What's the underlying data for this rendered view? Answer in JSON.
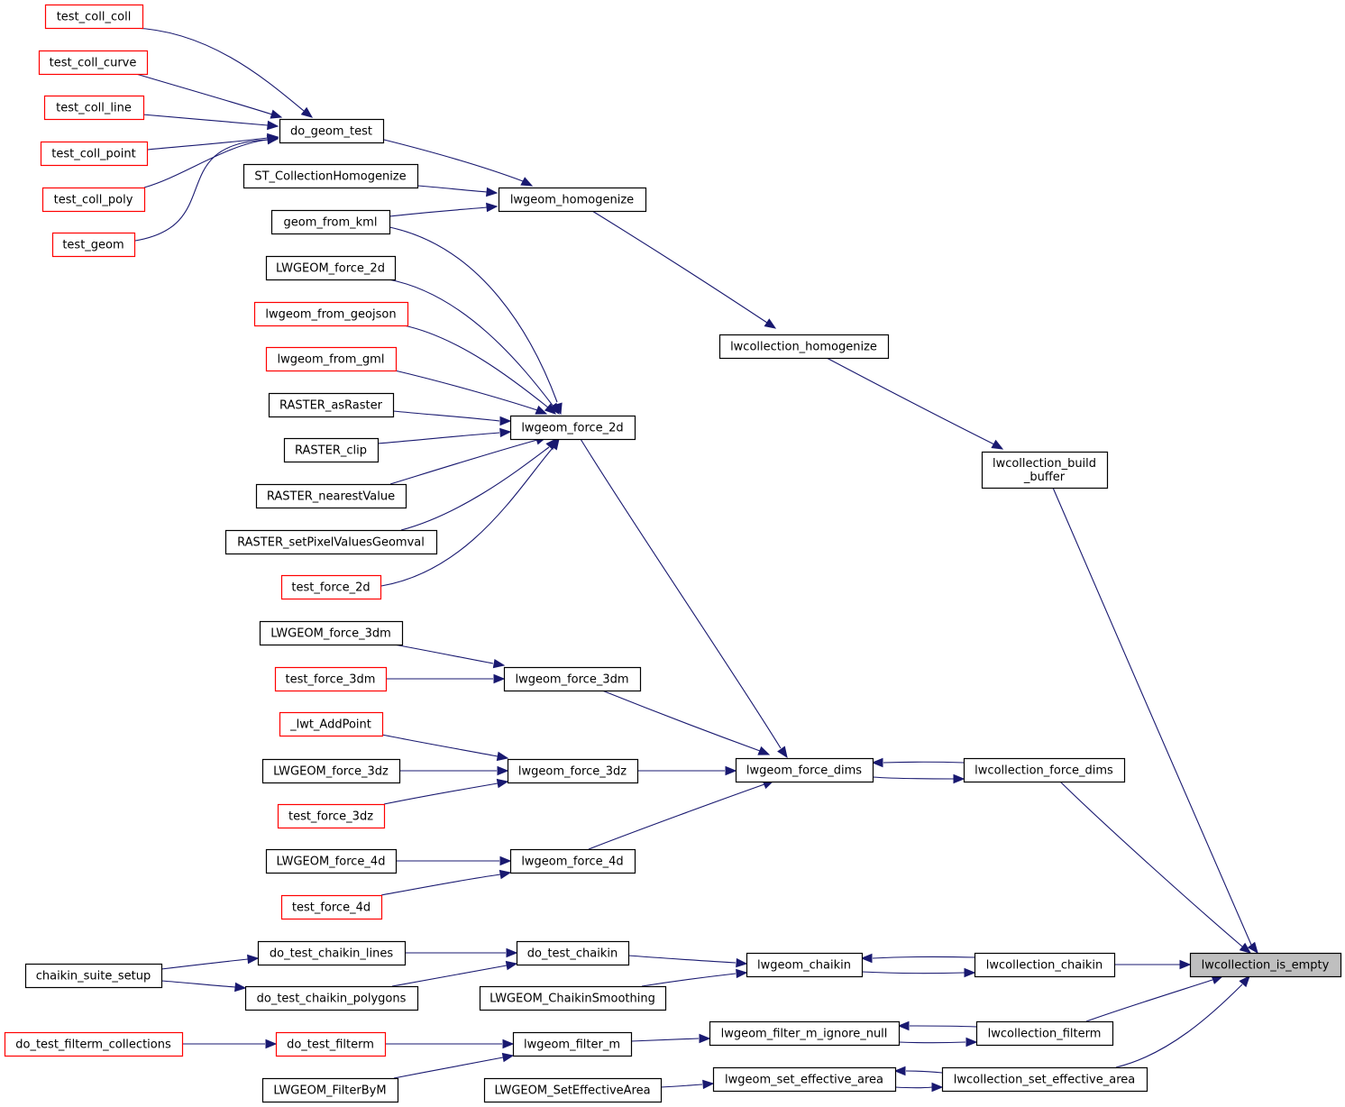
{
  "diagram": {
    "colors": {
      "edge": "#191970",
      "node_border": "#000000",
      "undocumented_border": "#ff0000",
      "focus_fill": "#bfbfbf",
      "node_fill": "#ffffff"
    },
    "nodes": [
      {
        "id": "lwcollection_is_empty",
        "label": "lwcollection_is_empty",
        "style": "focus"
      },
      {
        "id": "lwcollection_build_buffer",
        "label": "lwcollection_build\n_buffer",
        "style": "normal"
      },
      {
        "id": "lwcollection_homogenize",
        "label": "lwcollection_homogenize",
        "style": "normal"
      },
      {
        "id": "lwgeom_homogenize",
        "label": "lwgeom_homogenize",
        "style": "normal"
      },
      {
        "id": "do_geom_test",
        "label": "do_geom_test",
        "style": "normal"
      },
      {
        "id": "test_coll_coll",
        "label": "test_coll_coll",
        "style": "red"
      },
      {
        "id": "test_coll_curve",
        "label": "test_coll_curve",
        "style": "red"
      },
      {
        "id": "test_coll_line",
        "label": "test_coll_line",
        "style": "red"
      },
      {
        "id": "test_coll_point",
        "label": "test_coll_point",
        "style": "red"
      },
      {
        "id": "test_coll_poly",
        "label": "test_coll_poly",
        "style": "red"
      },
      {
        "id": "test_geom",
        "label": "test_geom",
        "style": "red"
      },
      {
        "id": "ST_CollectionHomogenize",
        "label": "ST_CollectionHomogenize",
        "style": "normal"
      },
      {
        "id": "geom_from_kml",
        "label": "geom_from_kml",
        "style": "normal"
      },
      {
        "id": "LWGEOM_force_2d",
        "label": "LWGEOM_force_2d",
        "style": "normal"
      },
      {
        "id": "lwgeom_from_geojson",
        "label": "lwgeom_from_geojson",
        "style": "red"
      },
      {
        "id": "lwgeom_from_gml",
        "label": "lwgeom_from_gml",
        "style": "red"
      },
      {
        "id": "RASTER_asRaster",
        "label": "RASTER_asRaster",
        "style": "normal"
      },
      {
        "id": "RASTER_clip",
        "label": "RASTER_clip",
        "style": "normal"
      },
      {
        "id": "RASTER_nearestValue",
        "label": "RASTER_nearestValue",
        "style": "normal"
      },
      {
        "id": "RASTER_setPixelValuesGeomval",
        "label": "RASTER_setPixelValuesGeomval",
        "style": "normal"
      },
      {
        "id": "test_force_2d",
        "label": "test_force_2d",
        "style": "red"
      },
      {
        "id": "lwgeom_force_2d",
        "label": "lwgeom_force_2d",
        "style": "normal"
      },
      {
        "id": "LWGEOM_force_3dm",
        "label": "LWGEOM_force_3dm",
        "style": "normal"
      },
      {
        "id": "test_force_3dm",
        "label": "test_force_3dm",
        "style": "red"
      },
      {
        "id": "lwgeom_force_3dm",
        "label": "lwgeom_force_3dm",
        "style": "normal"
      },
      {
        "id": "_lwt_AddPoint",
        "label": "_lwt_AddPoint",
        "style": "red"
      },
      {
        "id": "LWGEOM_force_3dz",
        "label": "LWGEOM_force_3dz",
        "style": "normal"
      },
      {
        "id": "test_force_3dz",
        "label": "test_force_3dz",
        "style": "red"
      },
      {
        "id": "lwgeom_force_3dz",
        "label": "lwgeom_force_3dz",
        "style": "normal"
      },
      {
        "id": "LWGEOM_force_4d",
        "label": "LWGEOM_force_4d",
        "style": "normal"
      },
      {
        "id": "test_force_4d",
        "label": "test_force_4d",
        "style": "red"
      },
      {
        "id": "lwgeom_force_4d",
        "label": "lwgeom_force_4d",
        "style": "normal"
      },
      {
        "id": "lwgeom_force_dims",
        "label": "lwgeom_force_dims",
        "style": "normal"
      },
      {
        "id": "lwcollection_force_dims",
        "label": "lwcollection_force_dims",
        "style": "normal"
      },
      {
        "id": "chaikin_suite_setup",
        "label": "chaikin_suite_setup",
        "style": "normal"
      },
      {
        "id": "do_test_chaikin_lines",
        "label": "do_test_chaikin_lines",
        "style": "normal"
      },
      {
        "id": "do_test_chaikin_polygons",
        "label": "do_test_chaikin_polygons",
        "style": "normal"
      },
      {
        "id": "do_test_chaikin",
        "label": "do_test_chaikin",
        "style": "normal"
      },
      {
        "id": "LWGEOM_ChaikinSmoothing",
        "label": "LWGEOM_ChaikinSmoothing",
        "style": "normal"
      },
      {
        "id": "lwgeom_chaikin",
        "label": "lwgeom_chaikin",
        "style": "normal"
      },
      {
        "id": "lwcollection_chaikin",
        "label": "lwcollection_chaikin",
        "style": "normal"
      },
      {
        "id": "do_test_filterm_collections",
        "label": "do_test_filterm_collections",
        "style": "red"
      },
      {
        "id": "do_test_filterm",
        "label": "do_test_filterm",
        "style": "red"
      },
      {
        "id": "LWGEOM_FilterByM",
        "label": "LWGEOM_FilterByM",
        "style": "normal"
      },
      {
        "id": "lwgeom_filter_m",
        "label": "lwgeom_filter_m",
        "style": "normal"
      },
      {
        "id": "lwgeom_filter_m_ignore_null",
        "label": "lwgeom_filter_m_ignore_null",
        "style": "normal"
      },
      {
        "id": "lwcollection_filterm",
        "label": "lwcollection_filterm",
        "style": "normal"
      },
      {
        "id": "LWGEOM_SetEffectiveArea",
        "label": "LWGEOM_SetEffectiveArea",
        "style": "normal"
      },
      {
        "id": "lwgeom_set_effective_area",
        "label": "lwgeom_set_effective_area",
        "style": "normal"
      },
      {
        "id": "lwcollection_set_effective_area",
        "label": "lwcollection_set_effective_area",
        "style": "normal"
      }
    ],
    "edges": [
      {
        "from": "lwcollection_build_buffer",
        "to": "lwcollection_is_empty"
      },
      {
        "from": "lwcollection_force_dims",
        "to": "lwcollection_is_empty"
      },
      {
        "from": "lwcollection_chaikin",
        "to": "lwcollection_is_empty"
      },
      {
        "from": "lwcollection_filterm",
        "to": "lwcollection_is_empty"
      },
      {
        "from": "lwcollection_set_effective_area",
        "to": "lwcollection_is_empty"
      },
      {
        "from": "lwcollection_homogenize",
        "to": "lwcollection_build_buffer"
      },
      {
        "from": "lwgeom_homogenize",
        "to": "lwcollection_homogenize"
      },
      {
        "from": "do_geom_test",
        "to": "lwgeom_homogenize"
      },
      {
        "from": "ST_CollectionHomogenize",
        "to": "lwgeom_homogenize"
      },
      {
        "from": "geom_from_kml",
        "to": "lwgeom_homogenize"
      },
      {
        "from": "test_coll_coll",
        "to": "do_geom_test"
      },
      {
        "from": "test_coll_curve",
        "to": "do_geom_test"
      },
      {
        "from": "test_coll_line",
        "to": "do_geom_test"
      },
      {
        "from": "test_coll_point",
        "to": "do_geom_test"
      },
      {
        "from": "test_coll_poly",
        "to": "do_geom_test"
      },
      {
        "from": "test_geom",
        "to": "do_geom_test"
      },
      {
        "from": "geom_from_kml",
        "to": "lwgeom_force_2d"
      },
      {
        "from": "LWGEOM_force_2d",
        "to": "lwgeom_force_2d"
      },
      {
        "from": "lwgeom_from_geojson",
        "to": "lwgeom_force_2d"
      },
      {
        "from": "lwgeom_from_gml",
        "to": "lwgeom_force_2d"
      },
      {
        "from": "RASTER_asRaster",
        "to": "lwgeom_force_2d"
      },
      {
        "from": "RASTER_clip",
        "to": "lwgeom_force_2d"
      },
      {
        "from": "RASTER_nearestValue",
        "to": "lwgeom_force_2d"
      },
      {
        "from": "RASTER_setPixelValuesGeomval",
        "to": "lwgeom_force_2d"
      },
      {
        "from": "test_force_2d",
        "to": "lwgeom_force_2d"
      },
      {
        "from": "lwgeom_force_2d",
        "to": "lwgeom_force_dims"
      },
      {
        "from": "LWGEOM_force_3dm",
        "to": "lwgeom_force_3dm"
      },
      {
        "from": "test_force_3dm",
        "to": "lwgeom_force_3dm"
      },
      {
        "from": "lwgeom_force_3dm",
        "to": "lwgeom_force_dims"
      },
      {
        "from": "_lwt_AddPoint",
        "to": "lwgeom_force_3dz"
      },
      {
        "from": "LWGEOM_force_3dz",
        "to": "lwgeom_force_3dz"
      },
      {
        "from": "test_force_3dz",
        "to": "lwgeom_force_3dz"
      },
      {
        "from": "lwgeom_force_3dz",
        "to": "lwgeom_force_dims"
      },
      {
        "from": "LWGEOM_force_4d",
        "to": "lwgeom_force_4d"
      },
      {
        "from": "test_force_4d",
        "to": "lwgeom_force_4d"
      },
      {
        "from": "lwgeom_force_4d",
        "to": "lwgeom_force_dims"
      },
      {
        "from": "lwgeom_force_dims",
        "to": "lwcollection_force_dims"
      },
      {
        "from": "lwcollection_force_dims",
        "to": "lwgeom_force_dims"
      },
      {
        "from": "chaikin_suite_setup",
        "to": "do_test_chaikin_lines"
      },
      {
        "from": "chaikin_suite_setup",
        "to": "do_test_chaikin_polygons"
      },
      {
        "from": "do_test_chaikin_lines",
        "to": "do_test_chaikin"
      },
      {
        "from": "do_test_chaikin_polygons",
        "to": "do_test_chaikin"
      },
      {
        "from": "do_test_chaikin",
        "to": "lwgeom_chaikin"
      },
      {
        "from": "LWGEOM_ChaikinSmoothing",
        "to": "lwgeom_chaikin"
      },
      {
        "from": "lwgeom_chaikin",
        "to": "lwcollection_chaikin"
      },
      {
        "from": "lwcollection_chaikin",
        "to": "lwgeom_chaikin"
      },
      {
        "from": "do_test_filterm_collections",
        "to": "do_test_filterm"
      },
      {
        "from": "do_test_filterm",
        "to": "lwgeom_filter_m"
      },
      {
        "from": "LWGEOM_FilterByM",
        "to": "lwgeom_filter_m"
      },
      {
        "from": "lwgeom_filter_m",
        "to": "lwgeom_filter_m_ignore_null"
      },
      {
        "from": "lwgeom_filter_m_ignore_null",
        "to": "lwcollection_filterm"
      },
      {
        "from": "lwcollection_filterm",
        "to": "lwgeom_filter_m_ignore_null"
      },
      {
        "from": "LWGEOM_SetEffectiveArea",
        "to": "lwgeom_set_effective_area"
      },
      {
        "from": "lwgeom_set_effective_area",
        "to": "lwcollection_set_effective_area"
      },
      {
        "from": "lwcollection_set_effective_area",
        "to": "lwgeom_set_effective_area"
      }
    ]
  }
}
